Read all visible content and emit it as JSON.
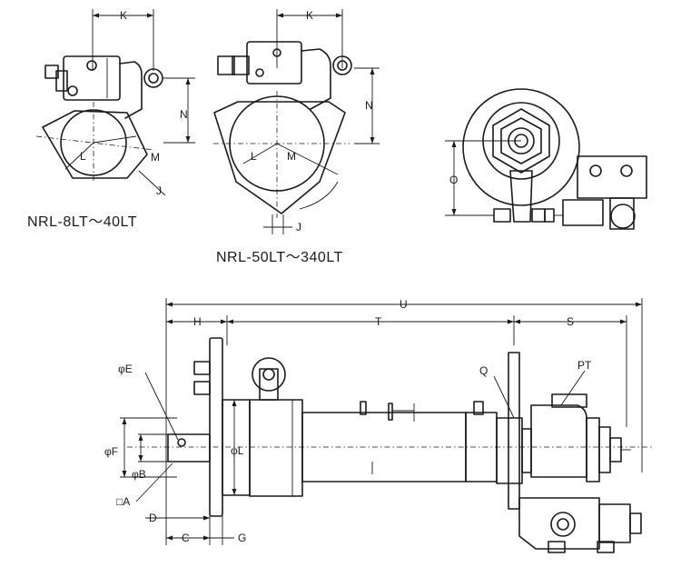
{
  "captions": {
    "small_series": "NRL-8LT～40LT",
    "large_series": "NRL-50LT～340LT"
  },
  "labels": {
    "k": "K",
    "n": "N",
    "l": "L",
    "m": "M",
    "j": "J",
    "o": "O",
    "u": "U",
    "h": "H",
    "t": "T",
    "s": "S",
    "phi_e": "φE",
    "phi_f": "φF",
    "phi_b": "φB",
    "phi_l": "φL",
    "box_a": "□A",
    "d": "D",
    "c": "C",
    "g": "G",
    "q": "Q",
    "pt": "PT"
  }
}
